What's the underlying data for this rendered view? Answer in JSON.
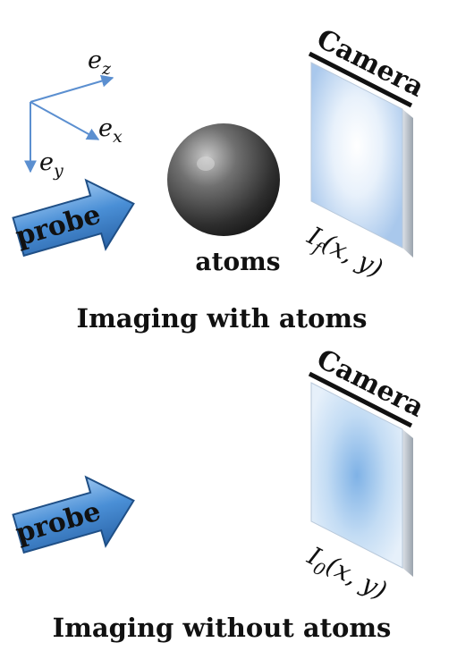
{
  "axes": {
    "z": {
      "letter": "e",
      "sub": "z"
    },
    "x": {
      "letter": "e",
      "sub": "x"
    },
    "y": {
      "letter": "e",
      "sub": "y"
    },
    "color": "#5b8fd0"
  },
  "top_panel": {
    "probe_label": "probe",
    "atoms_label": "atoms",
    "camera_label": "Camera",
    "intensity": {
      "symbol": "I",
      "sub": "f",
      "args": "(x, y)"
    },
    "caption": "Imaging with atoms"
  },
  "bottom_panel": {
    "probe_label": "probe",
    "camera_label": "Camera",
    "intensity": {
      "symbol": "I",
      "sub": "0",
      "args": "(x, y)"
    },
    "caption": "Imaging without atoms"
  },
  "colors": {
    "probe_arrow": "#4a8fd6",
    "probe_arrow_edge": "#1f4f86",
    "camera_face": "#dce9f8",
    "camera_shadow": "#cfd5dc",
    "sphere": "#3c3c3c"
  }
}
